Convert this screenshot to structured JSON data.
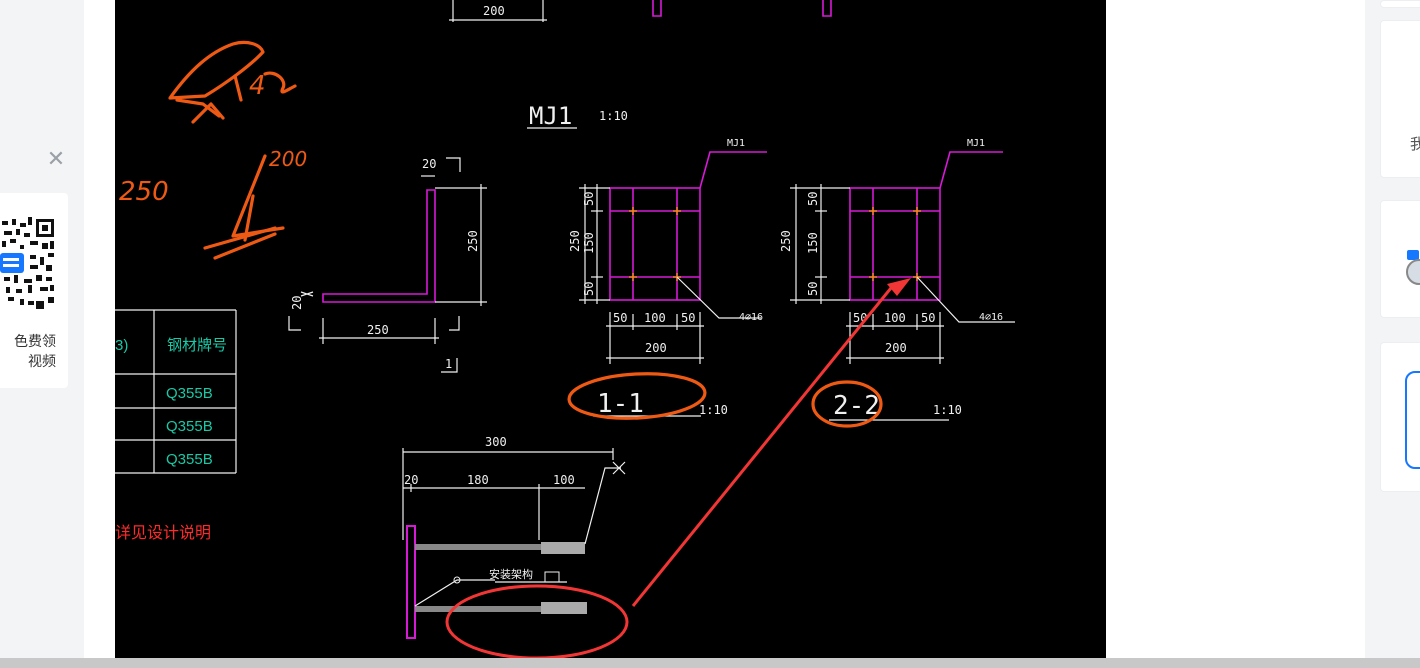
{
  "promo": {
    "close_icon": "close-icon",
    "line1": "色费领",
    "line2": "视频"
  },
  "cad": {
    "handwriting": [
      "4",
      "250",
      "200"
    ],
    "top_dim": "200",
    "mj1_title": "MJ1",
    "mj1_scale": "1:10",
    "plate_dims": {
      "top_tick": "20",
      "height": "250",
      "side_20": "20",
      "width": "250",
      "mark_1": "1"
    },
    "section1": {
      "tag": "MJ1",
      "dims_v": [
        "50",
        "150",
        "50"
      ],
      "total_v": "250",
      "dims_h": [
        "50",
        "100",
        "50"
      ],
      "total_h": "200",
      "rebar": "4⌀16",
      "label": "1-1",
      "scale": "1:10"
    },
    "section2": {
      "tag": "MJ1",
      "dims_v": [
        "50",
        "150",
        "50"
      ],
      "total_v": "250",
      "dims_h": [
        "50",
        "100",
        "50"
      ],
      "total_h": "200",
      "rebar": "4⌀16",
      "label": "2-2",
      "scale": "1:10"
    },
    "table": {
      "header_left": "3)",
      "header_right": "钢材牌号",
      "rows": [
        "Q355B",
        "Q355B",
        "Q355B"
      ]
    },
    "note": "详见设计说明",
    "bottom": {
      "total": "300",
      "d20": "20",
      "d180": "180",
      "d100": "100",
      "label": "安装架构"
    }
  },
  "colors": {
    "magenta": "#d61ad6",
    "teal": "#19c9a6",
    "red_note": "#ff2a2a",
    "orange_ink": "#ee5a14",
    "red_annotation": "#f23535"
  },
  "sidebar": {
    "card1_text": "我"
  }
}
